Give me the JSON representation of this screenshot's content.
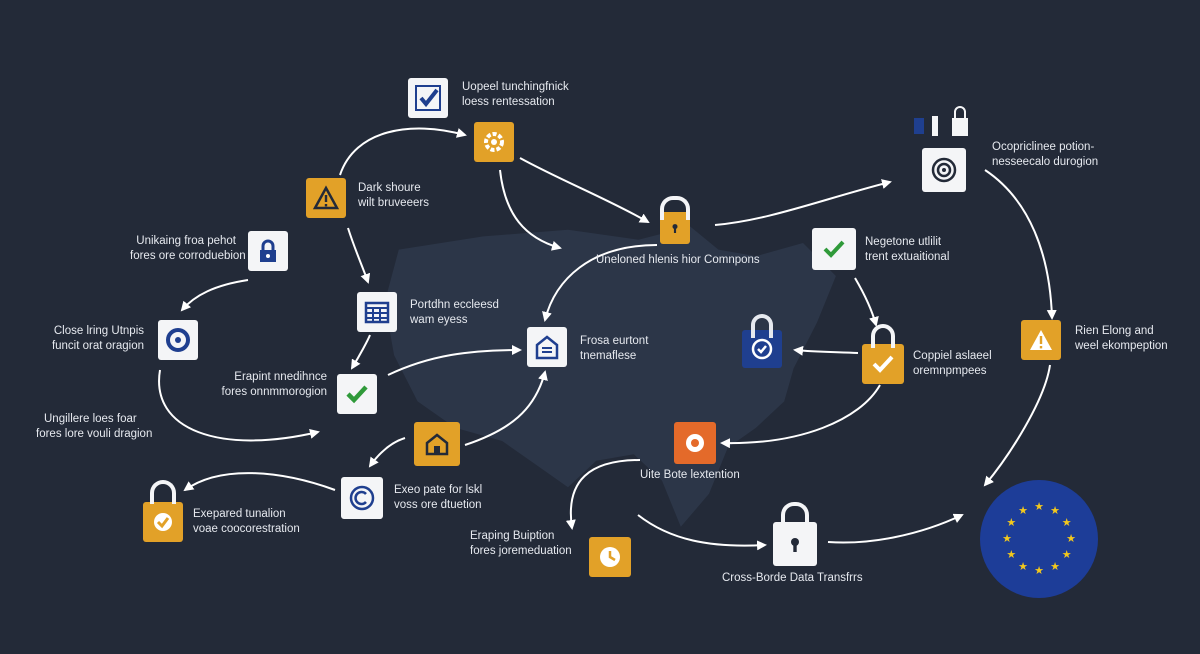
{
  "labels": {
    "top_center": [
      "Uopeel tunchingfnick",
      "loess rentessation"
    ],
    "top_right": [
      "Ocopriclinee potion-",
      "nesseecalo durogion"
    ],
    "dark_shoure": [
      "Dark shoure",
      "wilt bruveeers"
    ],
    "unikaing": [
      "Unikaing froa pehot",
      "fores ore corroduebion"
    ],
    "uneloned": [
      "Uneloned hlenis hior Comnpons"
    ],
    "negetone": [
      "Negetone utlilit",
      "trent extuaitional"
    ],
    "portdhn": [
      "Portdhn eccleesd",
      "wam eyess"
    ],
    "close_lring": [
      "Close lring Utnpis",
      "funcit orat oragion"
    ],
    "frosa": [
      "Frosa eurtont",
      "tnemaflese"
    ],
    "rien": [
      "Rien Elong and",
      "weel ekompeption"
    ],
    "coppiel": [
      "Coppiel aslaeel",
      "oremnpmpees"
    ],
    "erapint": [
      "Erapint nnedihnce",
      "fores onnmmorogion"
    ],
    "ungillere": [
      "Ungillere loes foar",
      "fores lore vouli dragion"
    ],
    "uite_bote": [
      "Uite Bote lextention"
    ],
    "exeo": [
      "Exeo pate for lskl",
      "voss ore dtuetion"
    ],
    "exepared": [
      "Exepared tunalion",
      "voae coocorestration"
    ],
    "eraping": [
      "Eraping Buiption",
      "fores joremeduation"
    ],
    "cross_border": [
      "Cross-Borde Data Transfrrs"
    ]
  },
  "colors": {
    "background": "#232a38",
    "accent_gold": "#e2a128",
    "accent_navy": "#1f3f8f",
    "accent_orange": "#e46a2a",
    "eu_blue": "#1d3d98",
    "eu_star": "#f3c81d",
    "check_green": "#2f9a3a"
  },
  "icons": [
    "checkmark-icon",
    "gear-icon",
    "flag-icon",
    "target-icon",
    "warning-lock-icon",
    "lock-icon",
    "padlock-icon",
    "checkmark-icon",
    "calendar-icon",
    "circle-refresh-icon",
    "document-icon",
    "shield-check-icon",
    "warning-icon",
    "check-lock-icon",
    "checkmark-icon",
    "home-icon",
    "gear-icon",
    "copyright-icon",
    "check-lock-icon",
    "padlock-icon",
    "clock-icon",
    "eu-flag-icon"
  ]
}
